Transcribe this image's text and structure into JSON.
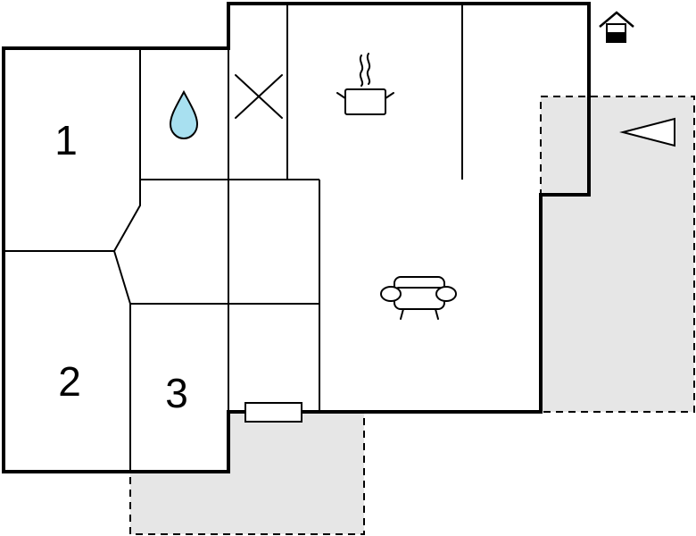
{
  "rooms": [
    {
      "label": "1"
    },
    {
      "label": "2"
    },
    {
      "label": "3"
    }
  ],
  "icons": {
    "bathroom": "water-drop-icon",
    "toilet": "cross-icon",
    "kitchen": "cooking-pot-icon",
    "living": "sofa-icon",
    "entrance": "house-entrance-icon",
    "terrace": "direction-arrow-icon",
    "window": "window-icon"
  },
  "colors": {
    "walls": "#000000",
    "terrace": "#e6e6e6",
    "water": "#a8e0f0"
  }
}
